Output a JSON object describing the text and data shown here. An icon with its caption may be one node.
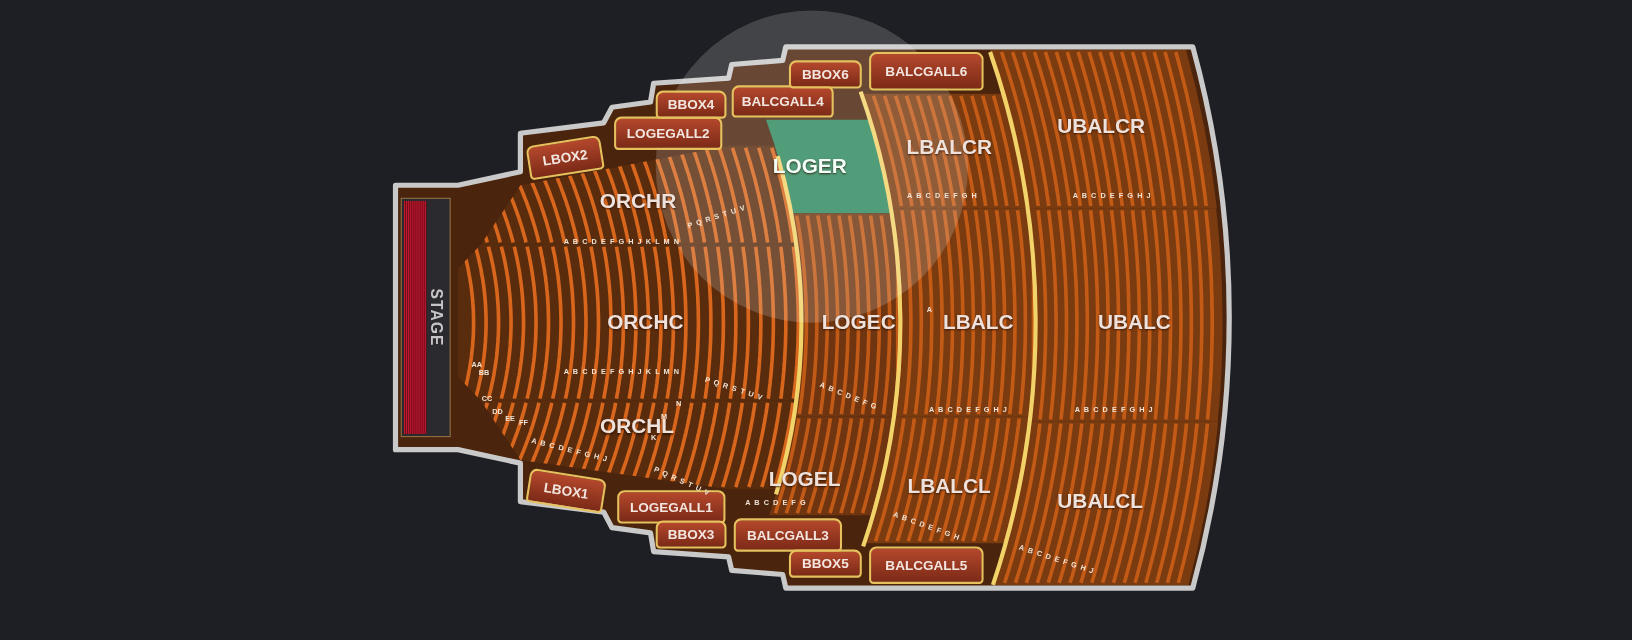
{
  "diagram": {
    "nodes": [
      {
        "text": [
          "STAGE"
        ]
      },
      {
        "text": [
          "LBOX2"
        ]
      },
      {
        "text": [
          "LOGEGALL2"
        ]
      },
      {
        "text": [
          "BBOX4"
        ]
      },
      {
        "text": [
          "BALCGALL4"
        ]
      },
      {
        "text": [
          "BBOX6"
        ]
      },
      {
        "text": [
          "BALCGALL6"
        ]
      },
      {
        "text": [
          "ORCHR"
        ]
      },
      {
        "text": [
          "LOGER"
        ]
      },
      {
        "text": [
          "LBALCR"
        ]
      },
      {
        "text": [
          "UBALCR"
        ]
      },
      {
        "text": [
          "ORCHC"
        ]
      },
      {
        "text": [
          "LOGEC"
        ]
      },
      {
        "text": [
          "LBALC"
        ]
      },
      {
        "text": [
          "UBALC"
        ]
      },
      {
        "text": [
          "ORCHL"
        ]
      },
      {
        "text": [
          "LOGEL"
        ]
      },
      {
        "text": [
          "LBALCL"
        ]
      },
      {
        "text": [
          "UBALCL"
        ]
      },
      {
        "text": [
          "LBOX1"
        ]
      },
      {
        "text": [
          "LOGEGALL1"
        ]
      },
      {
        "text": [
          "BBOX3"
        ]
      },
      {
        "text": [
          "BALCGALL3"
        ]
      },
      {
        "text": [
          "BBOX5"
        ]
      },
      {
        "text": [
          "BALCGALL5"
        ]
      }
    ],
    "labels": [
      "A B C D E F G H",
      "A B C D E F G H J",
      "P Q R S T U V",
      "A B C D E F G H J K L M N",
      "A",
      "AA",
      "BB",
      "A B C D E F G H J K L M N",
      "CC",
      "N",
      "P Q R S T U V",
      "A B C D E F G",
      "DD",
      "EE",
      "FF",
      "M",
      "A B C D E F G H J",
      "A B C D E F G H J",
      "K",
      "A B C D E F G H J",
      "P Q R S T U V",
      "A B C D E F G",
      "A B C D E F G H",
      "A B C D E F G H J"
    ]
  }
}
